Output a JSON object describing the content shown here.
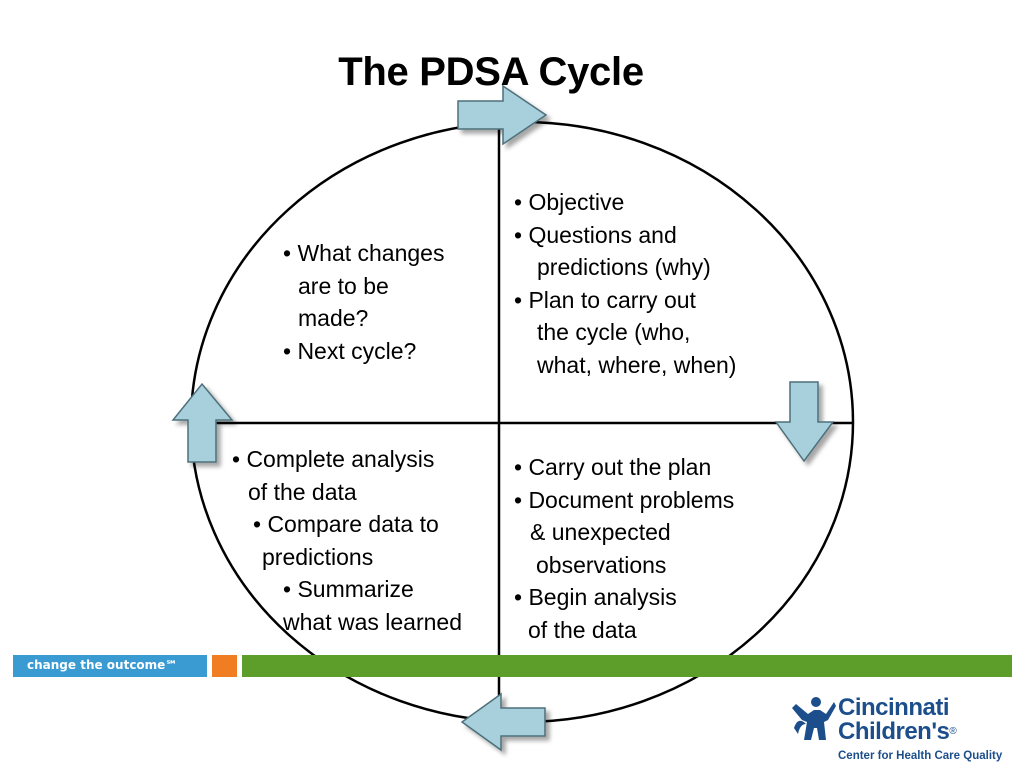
{
  "title": "The PDSA Cycle",
  "quadrants": {
    "plan": [
      "• Objective",
      "• Questions and",
      "predictions (why)",
      "• Plan to carry out",
      "the cycle (who,",
      "what, where, when)"
    ],
    "do": [
      "• Carry out the plan",
      "• Document problems",
      "& unexpected",
      "observations",
      "• Begin analysis",
      "of the data"
    ],
    "study": [
      "• Complete analysis",
      "of the data",
      "• Compare data to",
      "predictions",
      "•  Summarize",
      "what was learned"
    ],
    "act": [
      "• What changes",
      "are to be",
      "made?",
      "• Next cycle?"
    ]
  },
  "footer": {
    "tagline": "change the outcome℠",
    "logo_line1": "Cincinnati",
    "logo_line2": "Children's",
    "logo_reg": "®",
    "logo_sub": "Center for Health Care Quality"
  },
  "colors": {
    "arrow_fill": "#a7d0dc",
    "bar_blue": "#3a9bd3",
    "bar_orange": "#f07d22",
    "bar_green": "#5c9e29",
    "logo_blue": "#1c4e8c"
  },
  "icons": [
    "arrow-right-icon",
    "arrow-down-icon",
    "arrow-left-icon",
    "arrow-up-icon",
    "logo-figure-icon"
  ]
}
